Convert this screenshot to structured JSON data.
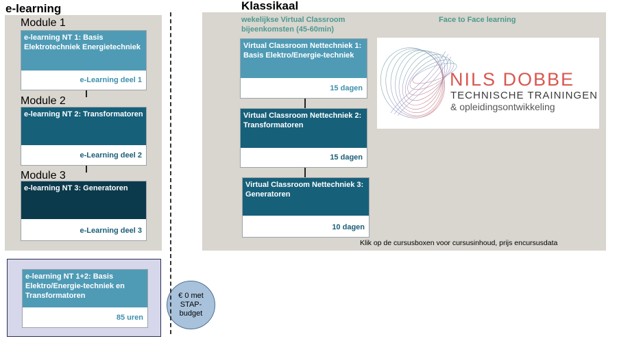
{
  "elearning": {
    "heading": "e-learning",
    "modules": [
      {
        "label": "Module 1",
        "title": "e-learning NT 1: Basis Elektrotechniek Energietechniek",
        "footer": "e-Learning deel 1"
      },
      {
        "label": "Module 2",
        "title": "e-learning NT 2: Transformatoren",
        "footer": "e-Learning deel 2"
      },
      {
        "label": "Module 3",
        "title": "e-learning NT 3: Generatoren",
        "footer": "e-Learning deel 3"
      }
    ],
    "bundle": {
      "title": "e-learning NT 1+2: Basis Elektro/Energie-techniek en Transformatoren",
      "footer": "85 uren"
    },
    "stap_badge": "€ 0 met STAP-budget"
  },
  "klassikaal": {
    "heading": "Klassikaal",
    "virtual_heading": "wekelijkse Virtual Classroom bijeenkomsten (45-60min)",
    "f2f_heading": "Face to Face learning",
    "courses": [
      {
        "title": "Virtual Classroom Nettechniek 1: Basis Elektro/Energie-techniek",
        "footer": "15 dagen"
      },
      {
        "title": "Virtual Classroom Nettechniek 2: Transformatoren",
        "footer": "15 dagen"
      },
      {
        "title": "Virtual Classroom Nettechniek 3: Generatoren",
        "footer": "10 dagen"
      }
    ],
    "note": "Klik op de cursusboxen voor cursusinhoud, prijs encursusdata"
  },
  "logo": {
    "line1": "NILS DOBBE",
    "line2": "TECHNISCHE TRAININGEN",
    "line3": "& opleidingsontwikkeling"
  },
  "colors": {
    "panel": "#d9d5cf",
    "card_light": "#4f9bb6",
    "card_mid": "#17607a",
    "card_dark": "#0b3a4c",
    "badge": "#a9c2dc",
    "subheading": "#4b9a8e"
  }
}
